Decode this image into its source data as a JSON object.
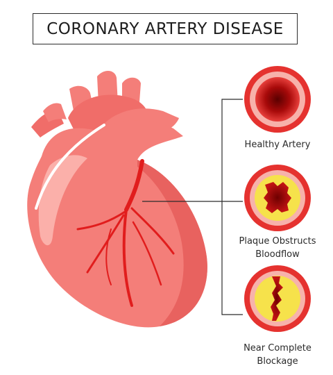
{
  "title": "CORONARY ARTERY DISEASE",
  "stages": [
    {
      "line1": "Healthy Artery",
      "line2": ""
    },
    {
      "line1": "Plaque Obstructs",
      "line2": "Bloodflow"
    },
    {
      "line1": "Near Complete",
      "line2": "Blockage"
    }
  ],
  "colors": {
    "heart": "#f47e79",
    "heart_highlight": "#fbb0aa",
    "heart_shadow": "#e8625f",
    "artery": "#e11d1d",
    "vessel_ring": "#e5322f",
    "plaque": "#f6e24b",
    "lumen_dark": "#6e0000"
  }
}
